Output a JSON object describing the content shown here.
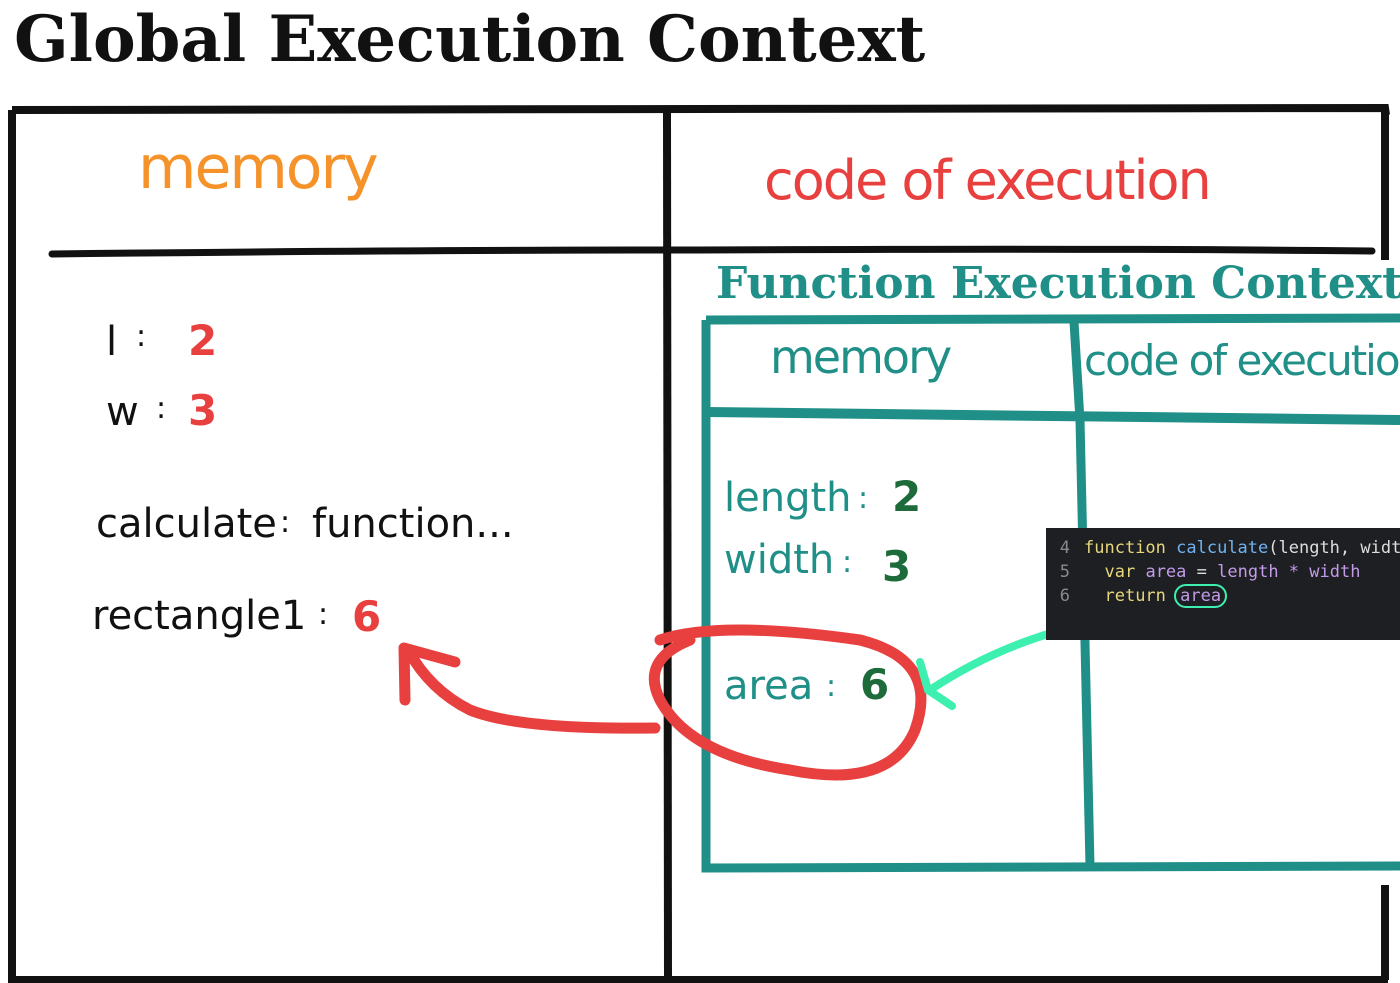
{
  "title": "Global Execution Context",
  "global": {
    "memory_label": "memory",
    "code_label": "code of execution",
    "vars": [
      {
        "name": "l",
        "sep": ":",
        "value": "2"
      },
      {
        "name": "w",
        "sep": ":",
        "value": "3"
      },
      {
        "name": "calculate",
        "sep": ":",
        "value": "function..."
      },
      {
        "name": "rectangle1",
        "sep": ":",
        "value": "6"
      }
    ]
  },
  "function_context": {
    "title": "Function Execution Context",
    "memory_label": "memory",
    "code_label": "code of execution",
    "vars": [
      {
        "name": "length",
        "sep": ":",
        "value": "2"
      },
      {
        "name": "width",
        "sep": ":",
        "value": "3"
      },
      {
        "name": "area",
        "sep": ":",
        "value": "6"
      }
    ]
  },
  "code": {
    "lines": [
      {
        "num": "4",
        "kw": "function",
        "fn": "calculate",
        "rest": "(length, width)"
      },
      {
        "num": "5",
        "kw": "var",
        "id": "area",
        "op": "=",
        "rest": "length * width"
      },
      {
        "num": "6",
        "kw": "return",
        "id": "area"
      }
    ]
  },
  "colors": {
    "orange": "#f5922a",
    "red": "#e8403f",
    "teal": "#1f8f87",
    "green_arrow": "#3ef0b0",
    "dark_green": "#1d6b3a",
    "ink": "#111111"
  }
}
